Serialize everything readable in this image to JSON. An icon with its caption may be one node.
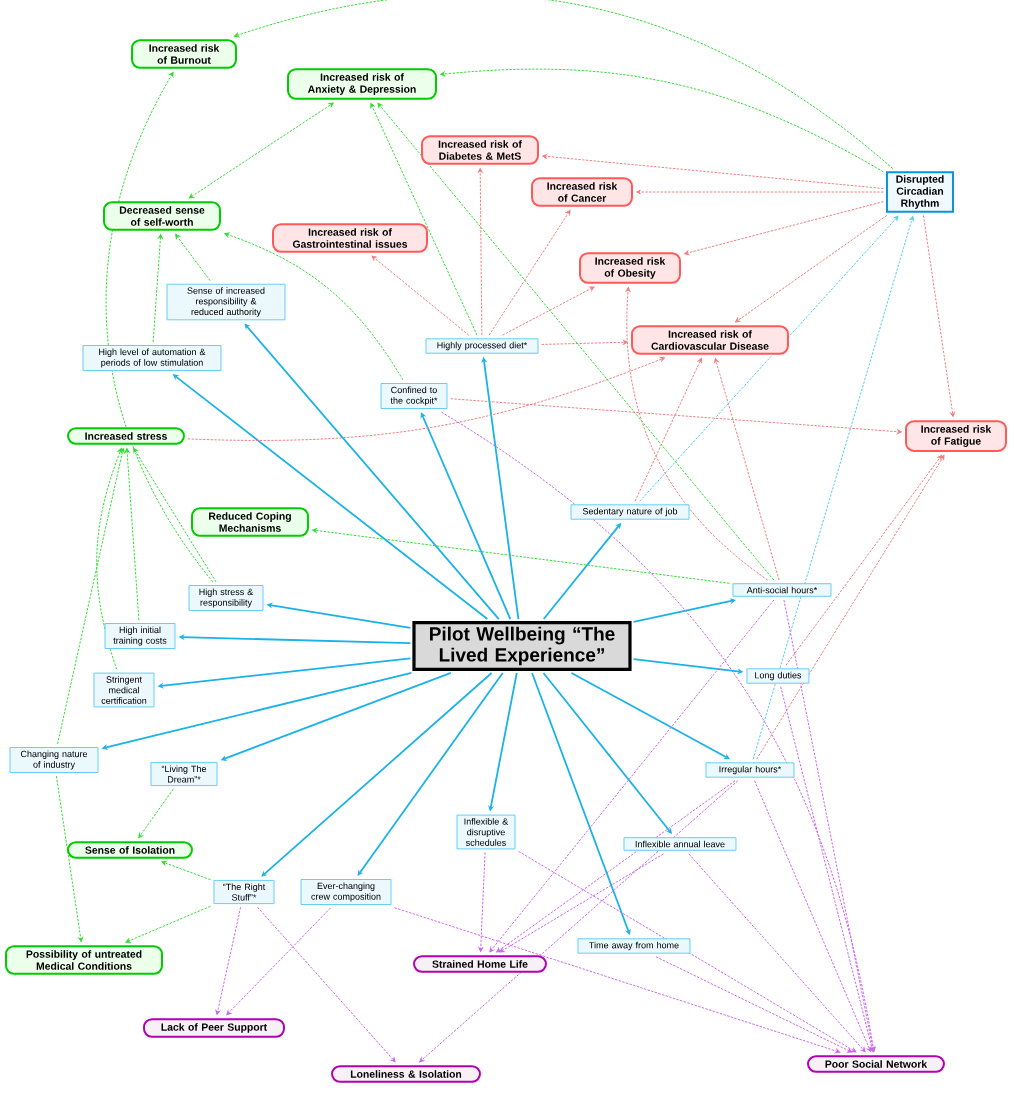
{
  "diagram": {
    "nodes": [
      {
        "text": [
          "Pilot Wellbeing “The Lived Experience”"
        ]
      },
      {
        "text": [
          "Increased risk of Burnout"
        ]
      },
      {
        "text": [
          "Increased risk of Anxiety & Depression"
        ]
      },
      {
        "text": [
          "Decreased sense of self-worth"
        ]
      },
      {
        "text": [
          "Increased stress"
        ]
      },
      {
        "text": [
          "Reduced Coping Mechanisms"
        ]
      },
      {
        "text": [
          "Sense of Isolation"
        ]
      },
      {
        "text": [
          "Possibility of untreated Medical Conditions"
        ]
      },
      {
        "text": [
          "Increased risk of Diabetes & MetS"
        ]
      },
      {
        "text": [
          "Increased risk of Cancer"
        ]
      },
      {
        "text": [
          "Increased risk of Gastrointestinal issues"
        ]
      },
      {
        "text": [
          "Increased risk of Obesity"
        ]
      },
      {
        "text": [
          "Increased risk of Cardiovascular Disease"
        ]
      },
      {
        "text": [
          "Increased risk of Fatigue"
        ]
      },
      {
        "text": [
          "Disrupted Circadian Rhythm"
        ]
      },
      {
        "text": [
          "Strained Home Life"
        ]
      },
      {
        "text": [
          "Lack of Peer Support"
        ]
      },
      {
        "text": [
          "Loneliness & Isolation"
        ]
      },
      {
        "text": [
          "Poor Social Network"
        ]
      },
      {
        "text": [
          "Sense of increased responsibility & reduced authority"
        ]
      },
      {
        "text": [
          "High level of automation & periods of low stimulation"
        ]
      },
      {
        "text": [
          "Highly processed diet*"
        ]
      },
      {
        "text": [
          "Confined to the cockpit*"
        ]
      },
      {
        "text": [
          "Sedentary nature of job"
        ]
      },
      {
        "text": [
          "Anti-social hours*"
        ]
      },
      {
        "text": [
          "High stress & responsibility"
        ]
      },
      {
        "text": [
          "High initial training costs"
        ]
      },
      {
        "text": [
          "Stringent medical certification"
        ]
      },
      {
        "text": [
          "Long duties"
        ]
      },
      {
        "text": [
          "Changing nature of industry"
        ]
      },
      {
        "text": [
          "“Living The Dream”*"
        ]
      },
      {
        "text": [
          "Irregular hours*"
        ]
      },
      {
        "text": [
          "Inflexible & disruptive schedules"
        ]
      },
      {
        "text": [
          "Inflexible annual leave"
        ]
      },
      {
        "text": [
          "“The Right Stuff”*"
        ]
      },
      {
        "text": [
          "Ever-changing crew composition"
        ]
      },
      {
        "text": [
          "Time away from home"
        ]
      }
    ],
    "edges": [
      {
        "from": 0,
        "to": 19,
        "arrow": "to",
        "color": "#1ab2e8"
      },
      {
        "from": 0,
        "to": 20,
        "arrow": "to",
        "color": "#1ab2e8"
      },
      {
        "from": 0,
        "to": 21,
        "arrow": "to",
        "color": "#1ab2e8"
      },
      {
        "from": 0,
        "to": 22,
        "arrow": "to",
        "color": "#1ab2e8"
      },
      {
        "from": 0,
        "to": 23,
        "arrow": "to",
        "color": "#1ab2e8"
      },
      {
        "from": 0,
        "to": 24,
        "arrow": "to",
        "color": "#1ab2e8"
      },
      {
        "from": 0,
        "to": 25,
        "arrow": "to",
        "color": "#1ab2e8"
      },
      {
        "from": 0,
        "to": 26,
        "arrow": "to",
        "color": "#1ab2e8"
      },
      {
        "from": 0,
        "to": 27,
        "arrow": "to",
        "color": "#1ab2e8"
      },
      {
        "from": 0,
        "to": 28,
        "arrow": "to",
        "color": "#1ab2e8"
      },
      {
        "from": 0,
        "to": 29,
        "arrow": "to",
        "color": "#1ab2e8"
      },
      {
        "from": 0,
        "to": 30,
        "arrow": "to",
        "color": "#1ab2e8"
      },
      {
        "from": 0,
        "to": 31,
        "arrow": "to",
        "color": "#1ab2e8"
      },
      {
        "from": 0,
        "to": 32,
        "arrow": "to",
        "color": "#1ab2e8"
      },
      {
        "from": 0,
        "to": 33,
        "arrow": "to",
        "color": "#1ab2e8"
      },
      {
        "from": 0,
        "to": 34,
        "arrow": "to",
        "color": "#1ab2e8"
      },
      {
        "from": 0,
        "to": 35,
        "arrow": "to",
        "color": "#1ab2e8"
      },
      {
        "from": 0,
        "to": 36,
        "arrow": "to",
        "color": "#1ab2e8"
      },
      {
        "from": 23,
        "to": 14,
        "arrow": "to",
        "style": "dashed",
        "color": "#55ccee"
      },
      {
        "from": 31,
        "to": 14,
        "arrow": "to",
        "style": "dashed",
        "color": "#55ccee"
      },
      {
        "from": 14,
        "to": 8,
        "arrow": "to",
        "style": "dashed",
        "color": "#f08080"
      },
      {
        "from": 14,
        "to": 9,
        "arrow": "to",
        "style": "dashed",
        "color": "#f08080"
      },
      {
        "from": 14,
        "to": 11,
        "arrow": "to",
        "style": "dashed",
        "color": "#f08080"
      },
      {
        "from": 14,
        "to": 12,
        "arrow": "to",
        "style": "dashed",
        "color": "#f08080"
      },
      {
        "from": 14,
        "to": 13,
        "arrow": "to",
        "style": "dashed",
        "color": "#f08080"
      },
      {
        "from": 21,
        "to": 10,
        "arrow": "to",
        "style": "dashed",
        "color": "#f08080"
      },
      {
        "from": 21,
        "to": 8,
        "arrow": "to",
        "style": "dashed",
        "color": "#f08080"
      },
      {
        "from": 21,
        "to": 9,
        "arrow": "to",
        "style": "dashed",
        "color": "#f08080"
      },
      {
        "from": 21,
        "to": 11,
        "arrow": "to",
        "style": "dashed",
        "color": "#f08080"
      },
      {
        "from": 21,
        "to": 12,
        "arrow": "to",
        "style": "dashed",
        "color": "#f08080"
      },
      {
        "from": 22,
        "to": 13,
        "arrow": "to",
        "style": "dashed",
        "color": "#f08080"
      },
      {
        "from": 4,
        "to": 12,
        "arrow": "to",
        "style": "dashed",
        "color": "#f08080"
      },
      {
        "from": 23,
        "to": 12,
        "arrow": "to",
        "style": "dashed",
        "color": "#f08080"
      },
      {
        "from": 24,
        "to": 12,
        "arrow": "to",
        "style": "dashed",
        "color": "#f08080"
      },
      {
        "from": 24,
        "to": 11,
        "arrow": "to",
        "style": "dashed",
        "color": "#f08080"
      },
      {
        "from": 28,
        "to": 13,
        "arrow": "to",
        "style": "dashed",
        "color": "#f08080"
      },
      {
        "from": 31,
        "to": 13,
        "arrow": "to",
        "style": "dashed",
        "color": "#f08080"
      },
      {
        "from": 14,
        "to": 1,
        "arrow": "to",
        "style": "dashed",
        "color": "#33dd33"
      },
      {
        "from": 14,
        "to": 2,
        "arrow": "to",
        "style": "dashed",
        "color": "#33dd33"
      },
      {
        "from": 25,
        "to": 1,
        "arrow": "to",
        "style": "dashed",
        "color": "#33dd33"
      },
      {
        "from": 3,
        "to": 2,
        "arrow": "both",
        "style": "dashed",
        "color": "#33dd33"
      },
      {
        "from": 19,
        "to": 3,
        "arrow": "to",
        "style": "dashed",
        "color": "#33dd33"
      },
      {
        "from": 20,
        "to": 3,
        "arrow": "to",
        "style": "dashed",
        "color": "#33dd33"
      },
      {
        "from": 22,
        "to": 3,
        "arrow": "to",
        "style": "dashed",
        "color": "#33dd33"
      },
      {
        "from": 21,
        "to": 2,
        "arrow": "to",
        "style": "dashed",
        "color": "#33dd33"
      },
      {
        "from": 24,
        "to": 2,
        "arrow": "to",
        "style": "dashed",
        "color": "#33dd33"
      },
      {
        "from": 25,
        "to": 4,
        "arrow": "to",
        "style": "dashed",
        "color": "#33dd33"
      },
      {
        "from": 26,
        "to": 4,
        "arrow": "to",
        "style": "dashed",
        "color": "#33dd33"
      },
      {
        "from": 27,
        "to": 4,
        "arrow": "to",
        "style": "dashed",
        "color": "#33dd33"
      },
      {
        "from": 29,
        "to": 4,
        "arrow": "to",
        "style": "dashed",
        "color": "#33dd33"
      },
      {
        "from": 24,
        "to": 5,
        "arrow": "to",
        "style": "dashed",
        "color": "#33dd33"
      },
      {
        "from": 30,
        "to": 6,
        "arrow": "to",
        "style": "dashed",
        "color": "#33dd33"
      },
      {
        "from": 34,
        "to": 6,
        "arrow": "to",
        "style": "dashed",
        "color": "#33dd33"
      },
      {
        "from": 34,
        "to": 7,
        "arrow": "to",
        "style": "dashed",
        "color": "#33dd33"
      },
      {
        "from": 29,
        "to": 7,
        "arrow": "to",
        "style": "dashed",
        "color": "#33dd33"
      },
      {
        "from": 22,
        "to": 18,
        "arrow": "to",
        "style": "dashed",
        "color": "#cc66ee"
      },
      {
        "from": 24,
        "to": 15,
        "arrow": "to",
        "style": "dashed",
        "color": "#cc66ee"
      },
      {
        "from": 24,
        "to": 18,
        "arrow": "to",
        "style": "dashed",
        "color": "#cc66ee"
      },
      {
        "from": 31,
        "to": 15,
        "arrow": "to",
        "style": "dashed",
        "color": "#cc66ee"
      },
      {
        "from": 31,
        "to": 17,
        "arrow": "to",
        "style": "dashed",
        "color": "#cc66ee"
      },
      {
        "from": 31,
        "to": 18,
        "arrow": "to",
        "style": "dashed",
        "color": "#cc66ee"
      },
      {
        "from": 32,
        "to": 15,
        "arrow": "to",
        "style": "dashed",
        "color": "#cc66ee"
      },
      {
        "from": 32,
        "to": 18,
        "arrow": "to",
        "style": "dashed",
        "color": "#cc66ee"
      },
      {
        "from": 33,
        "to": 15,
        "arrow": "to",
        "style": "dashed",
        "color": "#cc66ee"
      },
      {
        "from": 33,
        "to": 18,
        "arrow": "to",
        "style": "dashed",
        "color": "#cc66ee"
      },
      {
        "from": 36,
        "to": 18,
        "arrow": "to",
        "style": "dashed",
        "color": "#cc66ee"
      },
      {
        "from": 28,
        "to": 18,
        "arrow": "to",
        "style": "dashed",
        "color": "#cc66ee"
      },
      {
        "from": 35,
        "to": 18,
        "arrow": "to",
        "style": "dashed",
        "color": "#cc66ee"
      },
      {
        "from": 35,
        "to": 16,
        "arrow": "to",
        "style": "dashed",
        "color": "#cc66ee"
      },
      {
        "from": 34,
        "to": 16,
        "arrow": "to",
        "style": "dashed",
        "color": "#cc66ee"
      },
      {
        "from": 34,
        "to": 17,
        "arrow": "to",
        "style": "dashed",
        "color": "#cc66ee"
      }
    ]
  }
}
